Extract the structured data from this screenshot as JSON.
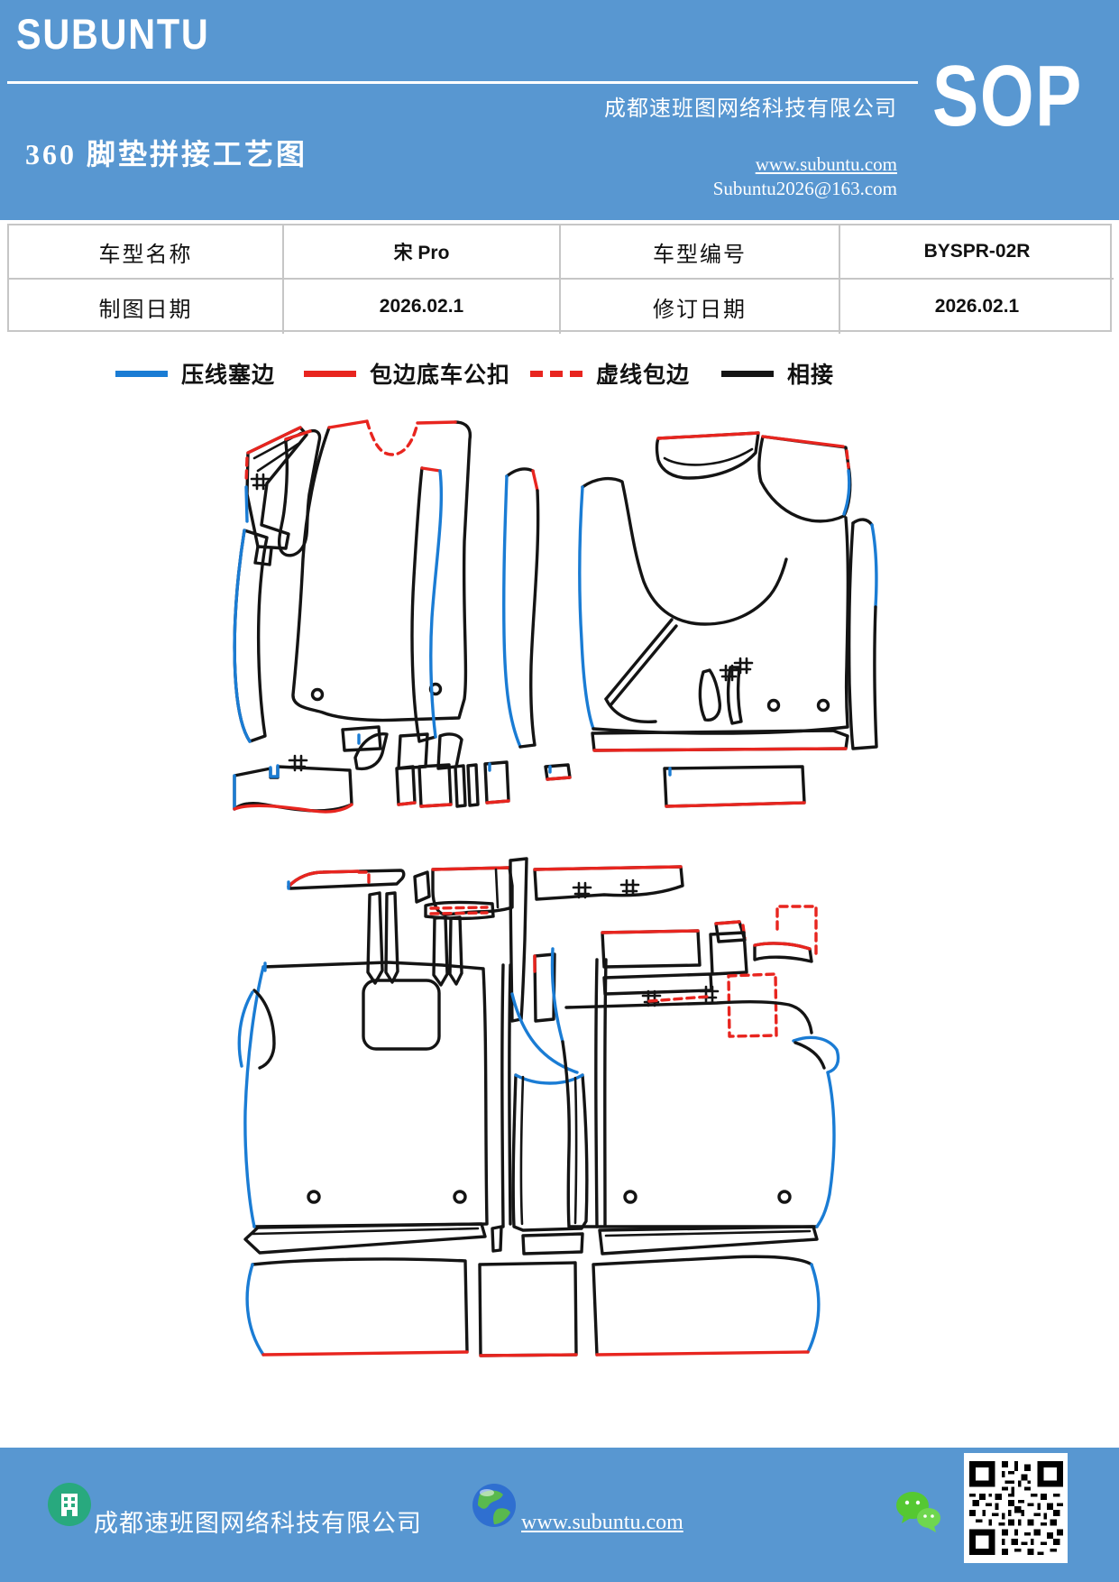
{
  "header": {
    "bg_color": "#5897d1",
    "logo_text": "SUBUNTU",
    "company_name": "成都速班图网络科技有限公司",
    "doc_title": "360 脚垫拼接工艺图",
    "website": "www.subuntu.com",
    "email": "Subuntu2026@163.com",
    "badge": "SOP"
  },
  "info_table": {
    "model_name_label": "车型名称",
    "model_name_value": "宋 Pro",
    "model_code_label": "车型编号",
    "model_code_value": "BYSPR-02R",
    "draw_date_label": "制图日期",
    "draw_date_value": "2026.02.1",
    "revise_date_label": "修订日期",
    "revise_date_value": "2026.02.1"
  },
  "legend": {
    "items": [
      {
        "label": "压线塞边",
        "color": "#1a7cd4",
        "line_style": "solid"
      },
      {
        "label": "包边底车公扣",
        "color": "#e8251f",
        "line_style": "solid"
      },
      {
        "label": "虚线包边",
        "color": "#e8251f",
        "line_style": "dashed"
      },
      {
        "label": "相接",
        "color": "#141414",
        "line_style": "solid"
      }
    ]
  },
  "diagram_colors": {
    "outline": "#141414",
    "press_line": "#1a7cd4",
    "edge_binding": "#e8251f",
    "dashed_binding": "#e8251f"
  },
  "footer": {
    "bg_color": "#5897d1",
    "company_name": "成都速班图网络科技有限公司",
    "website": "www.subuntu.com"
  }
}
